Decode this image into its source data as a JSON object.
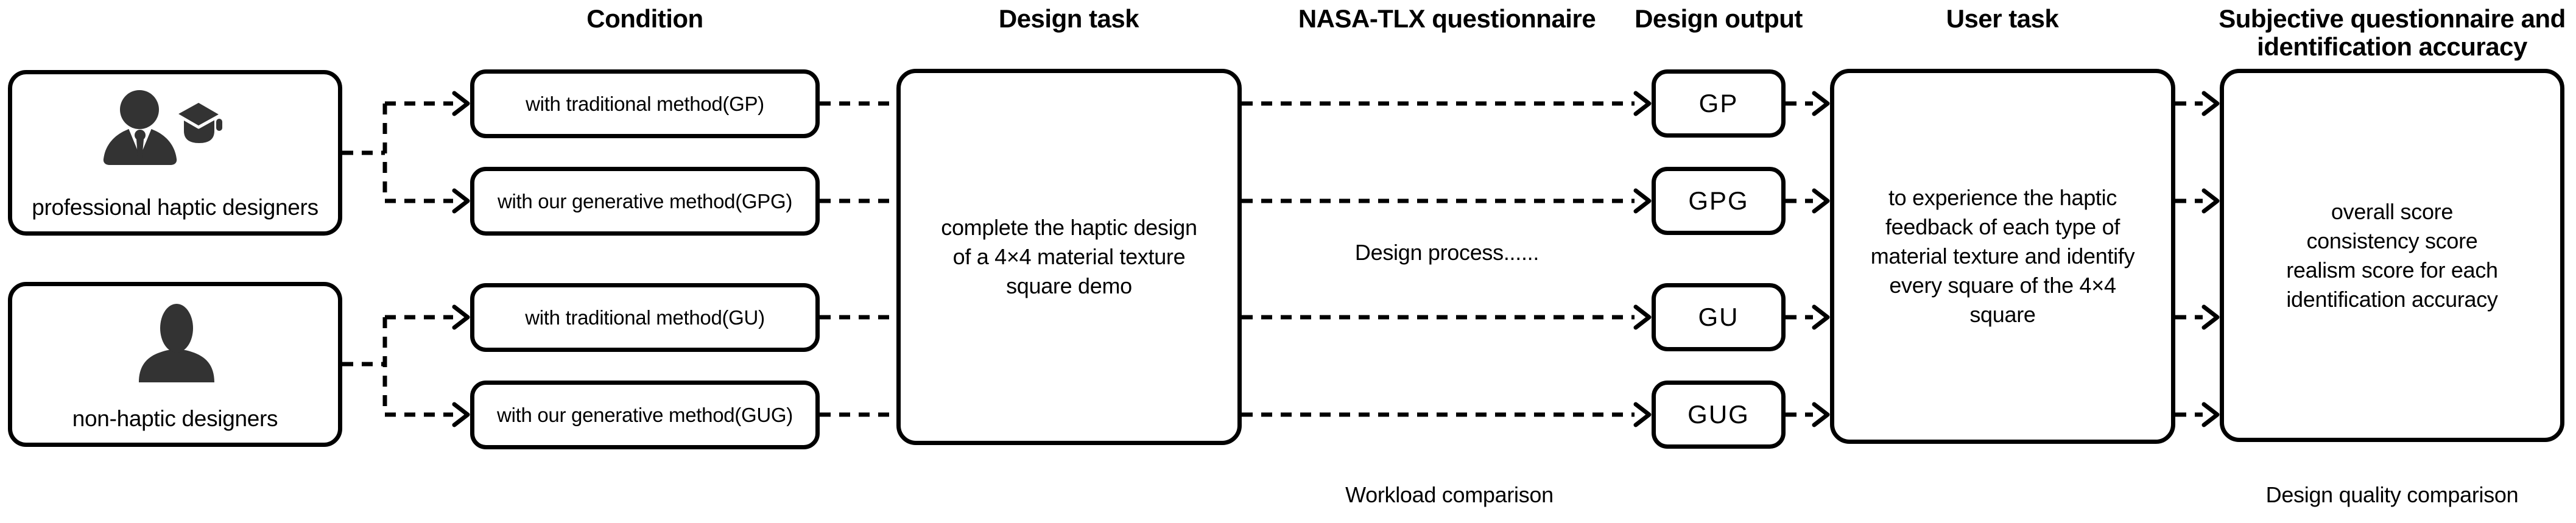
{
  "colors": {
    "background": "#ffffff",
    "stroke": "#000000",
    "icon_fill": "#333333",
    "text": "#000000"
  },
  "headers": {
    "condition": "Condition",
    "design_task": "Design task",
    "nasa_tlx": "NASA-TLX questionnaire",
    "design_output": "Design output",
    "user_task": "User task",
    "subjective": "Subjective questionnaire and identification accuracy"
  },
  "participants": [
    {
      "label": "professional haptic designers",
      "icon": "person-graduate-icon"
    },
    {
      "label": "non-haptic designers",
      "icon": "person-icon"
    }
  ],
  "conditions": [
    {
      "label": "with traditional method(GP)",
      "output": "GP"
    },
    {
      "label": "with our generative method(GPG)",
      "output": "GPG"
    },
    {
      "label": "with traditional method(GU)",
      "output": "GU"
    },
    {
      "label": "with our generative method(GUG)",
      "output": "GUG"
    }
  ],
  "design_task_box": {
    "text": "complete the haptic design\nof a 4×4 material texture\nsquare demo"
  },
  "user_task_box": {
    "text": "to experience the haptic\nfeedback of each type of\nmaterial texture and identify\nevery square of the 4×4\nsquare"
  },
  "subjective_box": {
    "text": "overall score\nconsistency score\nrealism score for each\nidentification accuracy"
  },
  "captions": {
    "design_process": "Design process......",
    "workload": "Workload comparison",
    "design_quality": "Design quality comparison"
  }
}
